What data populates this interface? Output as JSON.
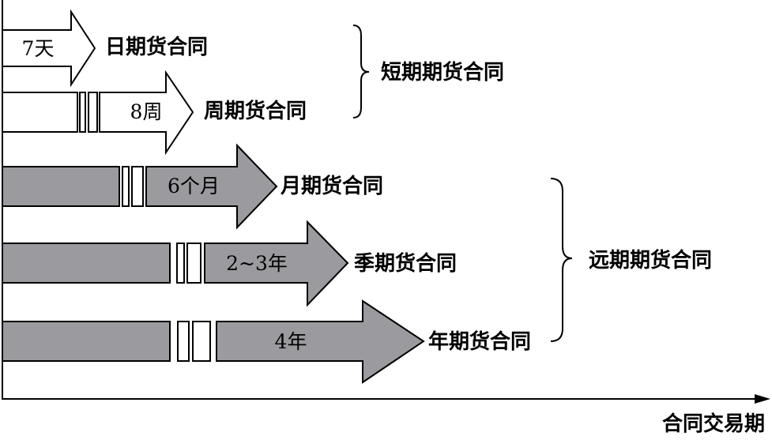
{
  "contracts": [
    {
      "duration": "7天",
      "name": "日期货合同",
      "fill": "#ffffff"
    },
    {
      "duration": "8周",
      "name": "周期货合同",
      "fill": "#ffffff"
    },
    {
      "duration": "6个月",
      "name": "月期货合同",
      "fill": "#9a9a9f"
    },
    {
      "duration": "2~3年",
      "name": "季期货合同",
      "fill": "#9a9a9f"
    },
    {
      "duration": "4年",
      "name": "年期货合同",
      "fill": "#9a9a9f"
    }
  ],
  "groups": {
    "short": "短期期货合同",
    "long": "远期期货合同"
  },
  "axis": {
    "label": "合同交易期"
  }
}
